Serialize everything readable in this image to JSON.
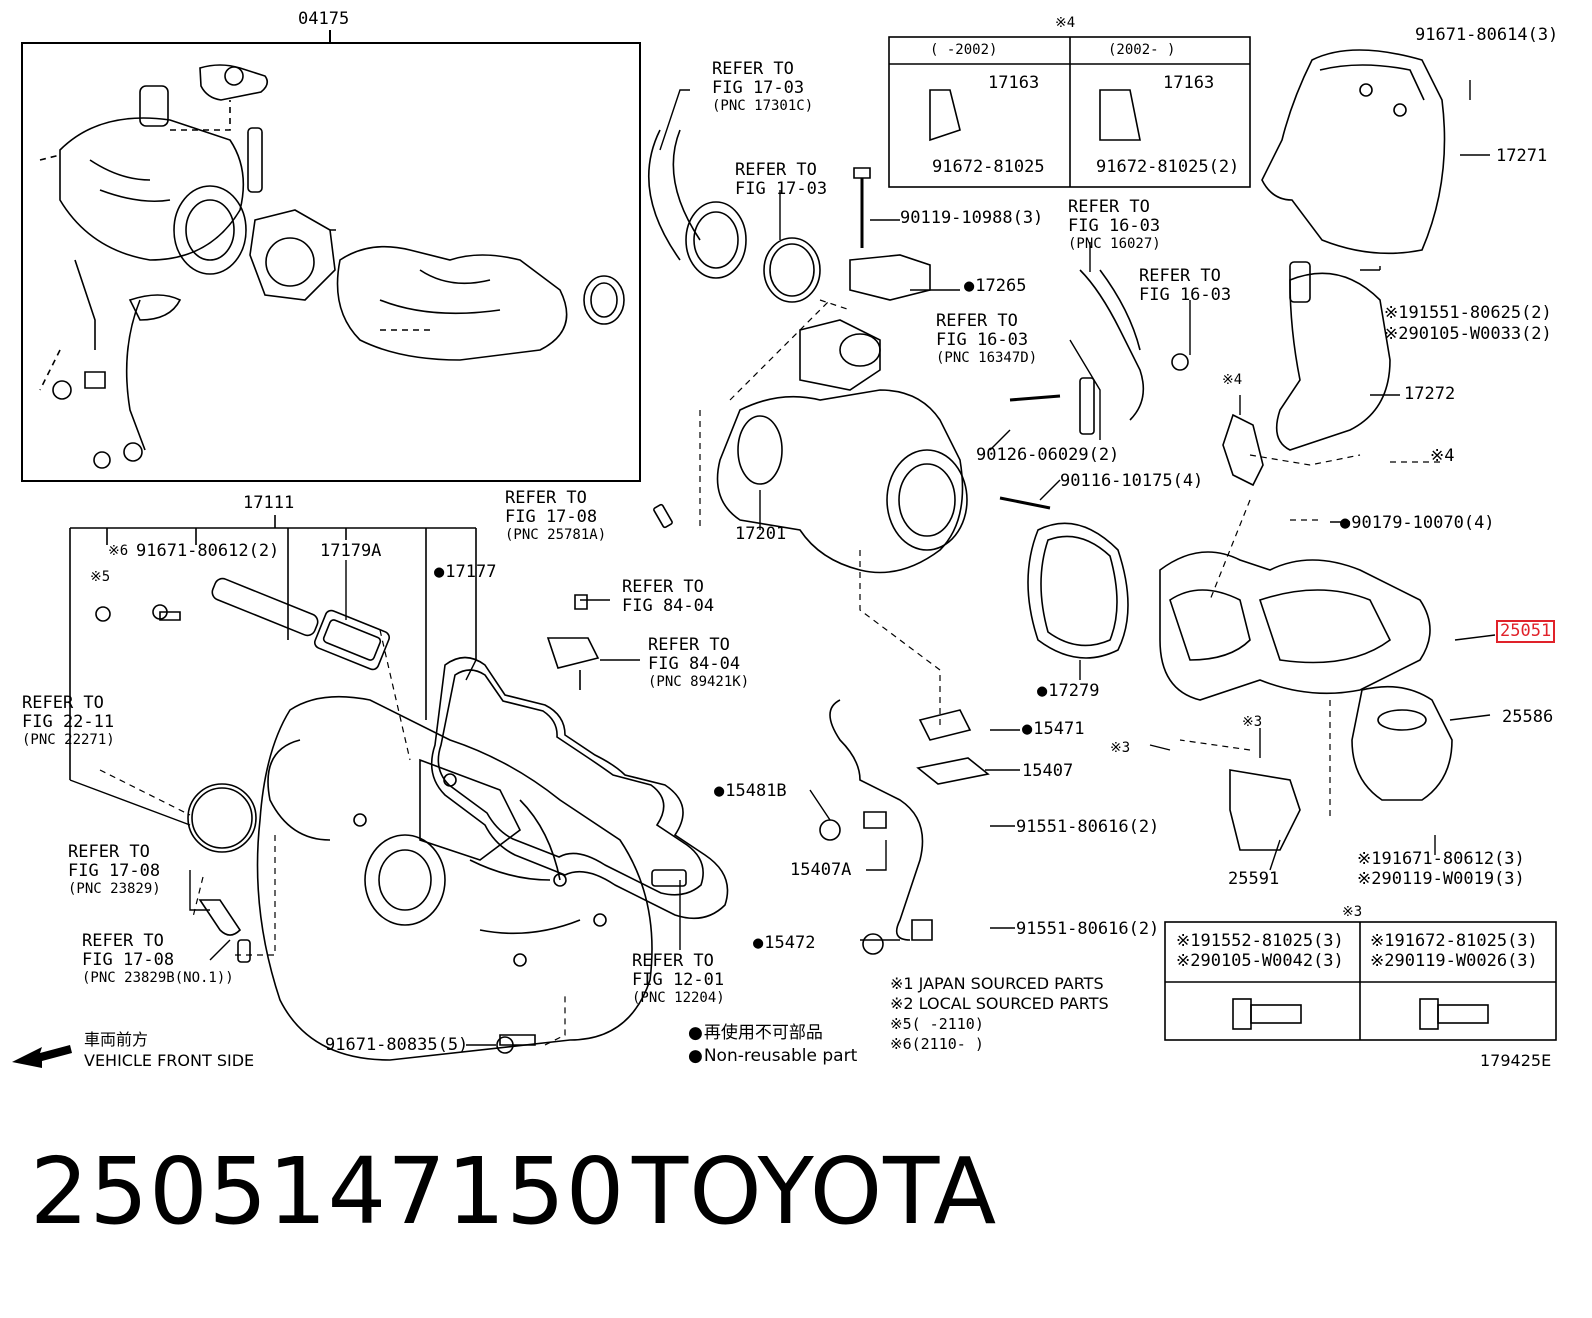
{
  "box_04175": "04175",
  "box_17111": "17111",
  "refer_17301c": [
    "REFER TO",
    "FIG 17-03",
    "(PNC 17301C)"
  ],
  "refer_1703b": [
    "REFER TO",
    "FIG 17-03"
  ],
  "refer_16027": [
    "REFER TO",
    "FIG 16-03",
    "(PNC 16027)"
  ],
  "refer_1603b": [
    "REFER TO",
    "FIG 16-03"
  ],
  "refer_16347d": [
    "REFER TO",
    "FIG 16-03",
    "(PNC 16347D)"
  ],
  "refer_25781a": [
    "REFER TO",
    "FIG 17-08",
    "(PNC 25781A)"
  ],
  "refer_8404a": [
    "REFER TO",
    "FIG 84-04"
  ],
  "refer_89421k": [
    "REFER TO",
    "FIG 84-04",
    "(PNC 89421K)"
  ],
  "refer_22271": [
    "REFER TO",
    "FIG 22-11",
    "(PNC 22271)"
  ],
  "refer_23829": [
    "REFER TO",
    "FIG 17-08",
    "(PNC 23829)"
  ],
  "refer_23829b": [
    "REFER TO",
    "FIG 17-08",
    "(PNC 23829B(NO.1))"
  ],
  "refer_12204": [
    "REFER TO",
    "FIG 12-01",
    "(PNC 12204)"
  ],
  "note4_box": {
    "mark": "※4",
    "col1_header": "(       -2002)",
    "col2_header": "(2002-      )",
    "part_17163": "17163",
    "bolt_left": "91672-81025",
    "bolt_right": "91672-81025(2)"
  },
  "parts": {
    "p91671_80614": "91671-80614(3)",
    "p17271": "17271",
    "p90119_10988": "90119-10988(3)",
    "p17265": "17265",
    "p91551_80625": "※191551-80625(2)",
    "p90105_W0033": "※290105-W0033(2)",
    "p17272": "17272",
    "mark4a": "※4",
    "mark4b": "※4",
    "p90126_06029": "90126-06029(2)",
    "p90116_10175": "90116-10175(4)",
    "p90179_10070": "90179-10070(4)",
    "p17201": "17201",
    "p25051": "25051",
    "p25586": "25586",
    "p17279": "17279",
    "p15471": "15471",
    "p15407": "15407",
    "p91551_80616a": "91551-80616(2)",
    "p91551_80616b": "91551-80616(2)",
    "p15481b": "15481B",
    "p15407a": "15407A",
    "p15472": "15472",
    "mark3a": "※3",
    "mark3b": "※3",
    "p25591": "25591",
    "p91671_80612_r": "※191671-80612(3)",
    "p90119_W0019": "※290119-W0019(3)",
    "mark6": "※6",
    "p91671_80612_l": "91671-80612(2)",
    "mark5": "※5",
    "p17179a": "17179A",
    "p17177": "17177",
    "p91671_80835": "91671-80835(5)"
  },
  "note3_box": {
    "mark": "※3",
    "l1": "※191552-81025(3)",
    "l2": "※290105-W0042(3)",
    "r1": "※191672-81025(3)",
    "r2": "※290119-W0026(3)"
  },
  "notes": [
    "※1  JAPAN SOURCED PARTS",
    "※2  LOCAL SOURCED PARTS",
    "※5(      -2110)",
    "※6(2110-      )"
  ],
  "legend_jp": "再使用不可部品",
  "legend_en": "Non-reusable part",
  "front_jp": "車両前方",
  "front_en": "VEHICLE FRONT SIDE",
  "fig_code": "179425E",
  "part_number": "2505147150",
  "brand": "TOYOTA"
}
